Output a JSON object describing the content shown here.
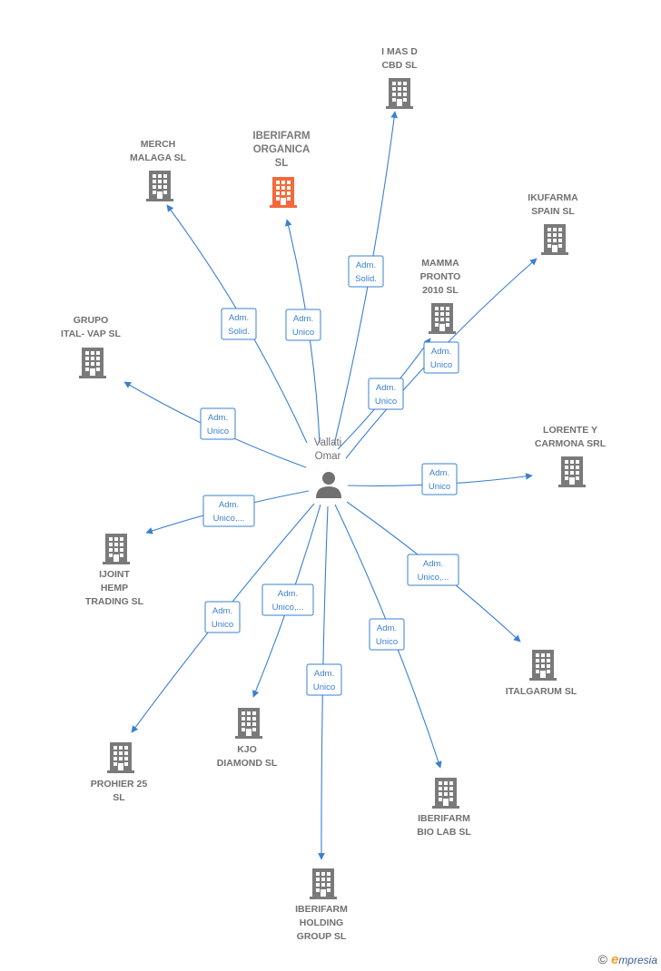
{
  "center": {
    "name_line1": "Vallati",
    "name_line2": "Omar",
    "icon": "person-icon"
  },
  "colors": {
    "edge": "#3a80d2",
    "building": "#7a7a7a",
    "building_highlight": "#f26a3b",
    "label": "#707070"
  },
  "nodes": [
    {
      "id": "i-mas-d",
      "lines": [
        "I MAS D",
        "CBD  SL"
      ],
      "icon": "building-icon",
      "highlight": false
    },
    {
      "id": "merch-malaga",
      "lines": [
        "MERCH",
        "MALAGA  SL"
      ],
      "icon": "building-icon",
      "highlight": false
    },
    {
      "id": "iberifarm-organica",
      "lines": [
        "IBERIFARM",
        "ORGANICA",
        "SL"
      ],
      "icon": "building-icon",
      "highlight": true
    },
    {
      "id": "ikufarma-spain",
      "lines": [
        "IKUFARMA",
        "SPAIN  SL"
      ],
      "icon": "building-icon",
      "highlight": false
    },
    {
      "id": "mamma-pronto",
      "lines": [
        "MAMMA",
        "PRONTO",
        "2010 SL"
      ],
      "icon": "building-icon",
      "highlight": false
    },
    {
      "id": "grupo-ital-vap",
      "lines": [
        "GRUPO",
        "ITAL- VAP  SL"
      ],
      "icon": "building-icon",
      "highlight": false
    },
    {
      "id": "lorente-carmona",
      "lines": [
        "LORENTE Y",
        "CARMONA SRL"
      ],
      "icon": "building-icon",
      "highlight": false
    },
    {
      "id": "ijoint-hemp",
      "lines": [
        "IJOINT",
        "HEMP",
        "TRADING  SL"
      ],
      "icon": "building-icon",
      "highlight": false
    },
    {
      "id": "italgarum",
      "lines": [
        "ITALGARUM  SL"
      ],
      "icon": "building-icon",
      "highlight": false
    },
    {
      "id": "kjo-diamond",
      "lines": [
        "KJO",
        "DIAMOND  SL"
      ],
      "icon": "building-icon",
      "highlight": false
    },
    {
      "id": "prohier-25",
      "lines": [
        "PROHIER 25",
        "SL"
      ],
      "icon": "building-icon",
      "highlight": false
    },
    {
      "id": "iberifarm-bio-lab",
      "lines": [
        "IBERIFARM",
        "BIO LAB  SL"
      ],
      "icon": "building-icon",
      "highlight": false
    },
    {
      "id": "iberifarm-holding",
      "lines": [
        "IBERIFARM",
        "HOLDING",
        "GROUP  SL"
      ],
      "icon": "building-icon",
      "highlight": false
    }
  ],
  "edges": [
    {
      "to": "i-mas-d",
      "label": [
        "Adm.",
        "Solid."
      ]
    },
    {
      "to": "merch-malaga",
      "label": [
        "Adm.",
        "Solid."
      ]
    },
    {
      "to": "iberifarm-organica",
      "label": [
        "Adm.",
        "Unico"
      ]
    },
    {
      "to": "ikufarma-spain",
      "label": [
        "Adm.",
        "Unico"
      ]
    },
    {
      "to": "mamma-pronto",
      "label": [
        "Adm.",
        "Unico"
      ]
    },
    {
      "to": "grupo-ital-vap",
      "label": [
        "Adm.",
        "Unico"
      ]
    },
    {
      "to": "lorente-carmona",
      "label": [
        "Adm.",
        "Unico"
      ]
    },
    {
      "to": "ijoint-hemp",
      "label": [
        "Adm.",
        "Unico,..."
      ]
    },
    {
      "to": "italgarum",
      "label": [
        "Adm.",
        "Unico,..."
      ]
    },
    {
      "to": "kjo-diamond",
      "label": [
        "Adm.",
        "Unico,..."
      ]
    },
    {
      "to": "prohier-25",
      "label": [
        "Adm.",
        "Unico"
      ]
    },
    {
      "to": "iberifarm-bio-lab",
      "label": [
        "Adm.",
        "Unico"
      ]
    },
    {
      "to": "iberifarm-holding",
      "label": [
        "Adm.",
        "Unico"
      ]
    }
  ],
  "footer": {
    "copyright_symbol": "©",
    "brand_first": "e",
    "brand_rest": "mpresia"
  }
}
